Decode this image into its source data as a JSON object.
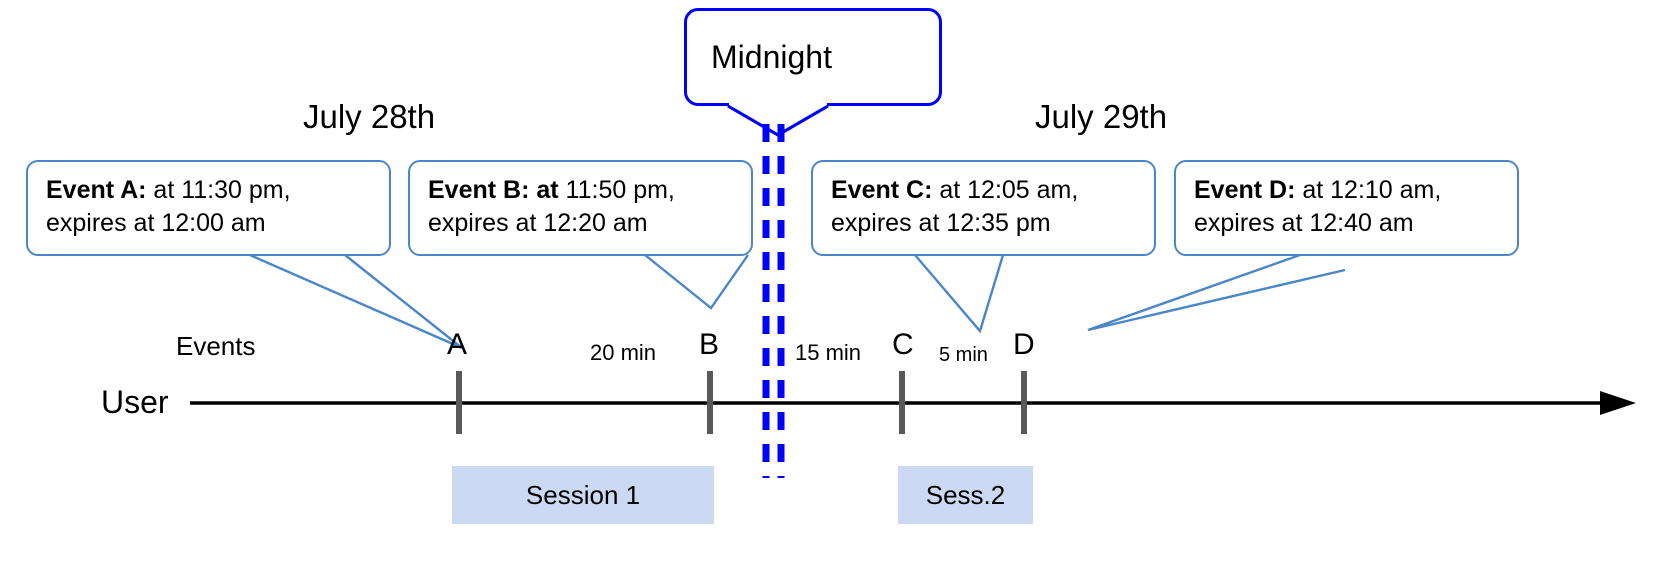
{
  "diagram": {
    "title_callout": {
      "label": "Midnight"
    },
    "dates": [
      {
        "label": "July 28th"
      },
      {
        "label": "July 29th"
      }
    ],
    "row_labels": {
      "events": "Events",
      "user": "User"
    },
    "events": [
      {
        "letter": "A",
        "bold": "Event A:",
        "rest": " at 11:30 pm,",
        "line2": "expires at 12:00 am"
      },
      {
        "letter": "B",
        "bold": "Event B: at",
        "rest": " 11:50 pm,",
        "line2": "expires at 12:20 am"
      },
      {
        "letter": "C",
        "bold": "Event C:",
        "rest": " at 12:05 am,",
        "line2": "expires at 12:35 pm"
      },
      {
        "letter": "D",
        "bold": "Event D:",
        "rest": "  at 12:10 am,",
        "line2": "expires at 12:40 am"
      }
    ],
    "gaps": [
      {
        "label": "20 min"
      },
      {
        "label": "15 min"
      },
      {
        "label": "5 min"
      }
    ],
    "sessions": [
      {
        "label": "Session 1"
      },
      {
        "label": "Sess.2"
      }
    ],
    "colors": {
      "callout_border": "#4a86c8",
      "midnight_border": "#0000ff",
      "midnight_line": "#0000ff",
      "session_fill": "#ccd9f2",
      "axis": "#000000",
      "tick": "#595959"
    }
  }
}
